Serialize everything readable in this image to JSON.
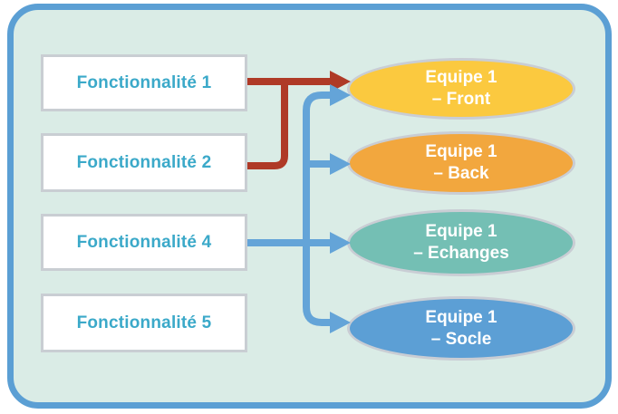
{
  "colors": {
    "page_bg": "#FFFFFF",
    "frame_fill": "#DAECE6",
    "frame_border": "#5B9FD4",
    "feature_box_fill": "#FFFFFF",
    "feature_box_border": "#C9CED3",
    "feature_text": "#3BA9C9",
    "ellipse_border": "#C9CDD4",
    "ellipse_text": "#FFFFFF",
    "red_arrow": "#AF3A27",
    "blue_arrow": "#64A4D8"
  },
  "features": [
    {
      "label": "Fonctionnalité 1"
    },
    {
      "label": "Fonctionnalité 2"
    },
    {
      "label": "Fonctionnalité 4"
    },
    {
      "label": "Fonctionnalité 5"
    }
  ],
  "teams": [
    {
      "line1": "Equipe 1",
      "line2": "– Front",
      "fill": "#FBC93F"
    },
    {
      "line1": "Equipe 1",
      "line2": "– Back",
      "fill": "#F2A73E"
    },
    {
      "line1": "Equipe 1",
      "line2": "– Echanges",
      "fill": "#74BFB4"
    },
    {
      "line1": "Equipe 1",
      "line2": "– Socle",
      "fill": "#5C9FD5"
    }
  ],
  "connections": [
    {
      "from": "Fonctionnalité 1",
      "to": "Equipe 1 – Front",
      "color": "#AF3A27"
    },
    {
      "from": "Fonctionnalité 2",
      "to": "Equipe 1 – Front",
      "color": "#AF3A27"
    },
    {
      "from": "Fonctionnalité 4",
      "to": "Equipe 1 – Front",
      "color": "#64A4D8"
    },
    {
      "from": "Fonctionnalité 4",
      "to": "Equipe 1 – Back",
      "color": "#64A4D8"
    },
    {
      "from": "Fonctionnalité 4",
      "to": "Equipe 1 – Echanges",
      "color": "#64A4D8"
    },
    {
      "from": "Fonctionnalité 4",
      "to": "Equipe 1 – Socle",
      "color": "#64A4D8"
    }
  ]
}
